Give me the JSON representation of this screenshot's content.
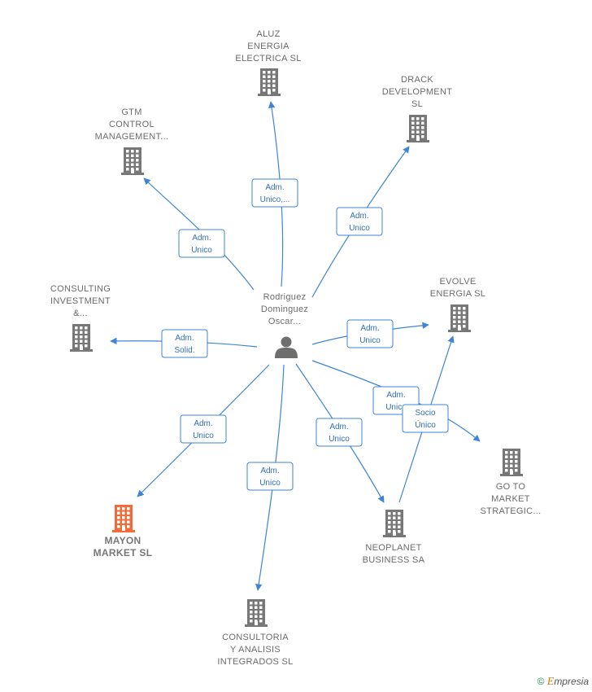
{
  "center": {
    "name_lines": [
      "Rodriguez",
      "Dominguez",
      "Oscar..."
    ],
    "icon": "person-icon"
  },
  "companies": [
    {
      "id": "aluz",
      "lines": [
        "ALUZ",
        "ENERGIA",
        "ELECTRICA  SL"
      ],
      "icon": "building-icon",
      "color": "#777777"
    },
    {
      "id": "drack",
      "lines": [
        "DRACK",
        "DEVELOPMENT",
        "SL"
      ],
      "icon": "building-icon",
      "color": "#777777"
    },
    {
      "id": "gtm",
      "lines": [
        "GTM",
        "CONTROL",
        "MANAGEMENT..."
      ],
      "icon": "building-icon",
      "color": "#777777"
    },
    {
      "id": "consulting",
      "lines": [
        "CONSULTING",
        "INVESTMENT",
        "&..."
      ],
      "icon": "building-icon",
      "color": "#777777"
    },
    {
      "id": "evolve",
      "lines": [
        "EVOLVE",
        "ENERGIA  SL"
      ],
      "icon": "building-icon",
      "color": "#777777"
    },
    {
      "id": "gotomarket",
      "lines": [
        "GO TO",
        "MARKET",
        "STRATEGIC..."
      ],
      "icon": "building-icon",
      "color": "#777777"
    },
    {
      "id": "mayon",
      "lines": [
        "MAYON",
        "MARKET  SL"
      ],
      "icon": "building-icon",
      "color": "#f26b38",
      "highlight": true
    },
    {
      "id": "neoplanet",
      "lines": [
        "NEOPLANET",
        "BUSINESS SA"
      ],
      "icon": "building-icon",
      "color": "#777777"
    },
    {
      "id": "consultoria",
      "lines": [
        "CONSULTORIA",
        "Y ANALISIS",
        "INTEGRADOS SL"
      ],
      "icon": "building-icon",
      "color": "#777777"
    }
  ],
  "edges": [
    {
      "target": "aluz",
      "label_lines": [
        "Adm.",
        "Unico,..."
      ]
    },
    {
      "target": "drack",
      "label_lines": [
        "Adm.",
        "Unico"
      ]
    },
    {
      "target": "gtm",
      "label_lines": [
        "Adm.",
        "Unico"
      ]
    },
    {
      "target": "consulting",
      "label_lines": [
        "Adm.",
        "Solid."
      ]
    },
    {
      "target": "evolve",
      "label_lines": [
        "Adm.",
        "Unico"
      ]
    },
    {
      "target": "gotomarket",
      "label_lines": [
        "Adm.",
        "Unico"
      ]
    },
    {
      "target": "mayon",
      "label_lines": [
        "Adm.",
        "Unico"
      ]
    },
    {
      "target": "neoplanet",
      "label_lines": [
        "Adm.",
        "Unico"
      ]
    },
    {
      "target": "consultoria",
      "label_lines": [
        "Adm.",
        "Unico"
      ]
    },
    {
      "target": "evolve",
      "from": "neoplanet",
      "label_lines": [
        "Socio",
        "Único"
      ]
    }
  ],
  "colors": {
    "edge": "#3d85d6",
    "building": "#777777",
    "highlight": "#f26b38"
  },
  "footer": {
    "copyright": "©",
    "brand_initial": "E",
    "brand_rest": "mpresia"
  }
}
